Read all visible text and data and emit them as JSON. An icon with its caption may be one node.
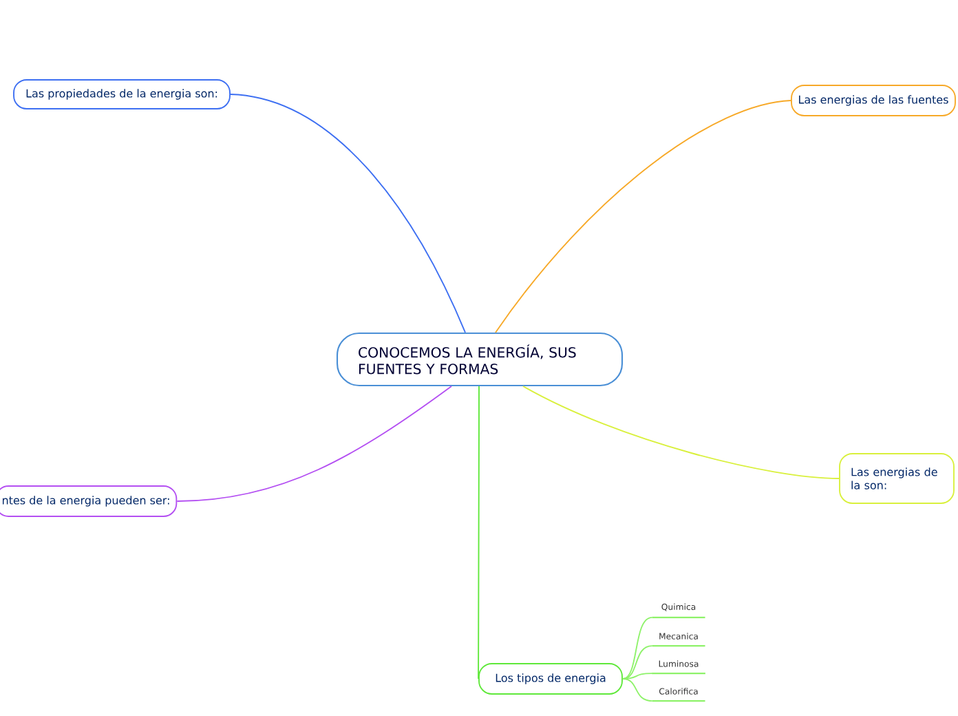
{
  "diagram": {
    "nodes": [
      {
        "text": [
          "CONOCEMOS LA ENERGÍA, SUS FUENTES Y FORMAS"
        ]
      },
      {
        "text": [
          "Las propiedades de la energia son:"
        ]
      },
      {
        "text": [
          "Las energias de las fuentes"
        ]
      },
      {
        "text": [
          "ntes de la energia pueden ser:"
        ]
      },
      {
        "text": [
          "Las energias de la son:"
        ]
      },
      {
        "text": [
          "Los tipos de energia"
        ]
      },
      {
        "text": [
          "Quimica"
        ]
      },
      {
        "text": [
          "Mecanica"
        ]
      },
      {
        "text": [
          "Luminosa"
        ]
      },
      {
        "text": [
          "Calorifica"
        ]
      }
    ],
    "edges": [
      {
        "from": 0,
        "to": 1,
        "arrow": "none",
        "color": "#3d6ff2"
      },
      {
        "from": 0,
        "to": 2,
        "arrow": "none",
        "color": "#f7a928"
      },
      {
        "from": 0,
        "to": 3,
        "arrow": "none",
        "color": "#b44ff2"
      },
      {
        "from": 0,
        "to": 4,
        "arrow": "none",
        "color": "#d9f03c"
      },
      {
        "from": 0,
        "to": 5,
        "arrow": "none",
        "color": "#5fe83a"
      },
      {
        "from": 5,
        "to": 6,
        "arrow": "none",
        "color": "#8ef26a"
      },
      {
        "from": 5,
        "to": 7,
        "arrow": "none",
        "color": "#8ef26a"
      },
      {
        "from": 5,
        "to": 8,
        "arrow": "none",
        "color": "#8ef26a"
      },
      {
        "from": 5,
        "to": 9,
        "arrow": "none",
        "color": "#8ef26a"
      }
    ]
  }
}
